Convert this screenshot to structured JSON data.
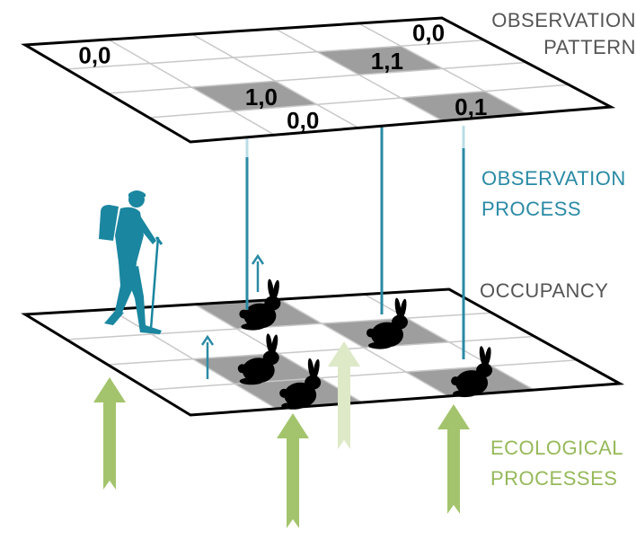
{
  "labels": {
    "observation_pattern": [
      "OBSERVATION",
      "PATTERN"
    ],
    "observation_process": [
      "OBSERVATION",
      "PROCESS"
    ],
    "occupancy": "OCCUPANCY",
    "ecological_processes": [
      "ECOLOGICAL",
      "PROCESSES"
    ]
  },
  "grid": {
    "rows": 4,
    "cols": 5
  },
  "observation_layer": {
    "shaded_cells": [
      [
        1,
        3
      ],
      [
        2,
        1
      ],
      [
        3,
        3
      ]
    ],
    "cell_labels": [
      {
        "row": 0,
        "col": 0,
        "text": "0,0"
      },
      {
        "row": 0,
        "col": 4,
        "text": "0,0"
      },
      {
        "row": 1,
        "col": 3,
        "text": "1,1"
      },
      {
        "row": 2,
        "col": 1,
        "text": "1,0"
      },
      {
        "row": 3,
        "col": 1,
        "text": "0,0"
      },
      {
        "row": 3,
        "col": 3,
        "text": "0,1"
      }
    ]
  },
  "occupancy_layer": {
    "occupied_cells": [
      [
        0,
        2
      ],
      [
        1,
        3
      ],
      [
        2,
        1
      ],
      [
        3,
        1
      ],
      [
        3,
        3
      ]
    ]
  },
  "colors": {
    "teal": "#2a8aa5",
    "green": "#a3c46c",
    "light_green": "#dde9c7",
    "shade": "#9e9e9e",
    "text_gray": "#555555"
  }
}
